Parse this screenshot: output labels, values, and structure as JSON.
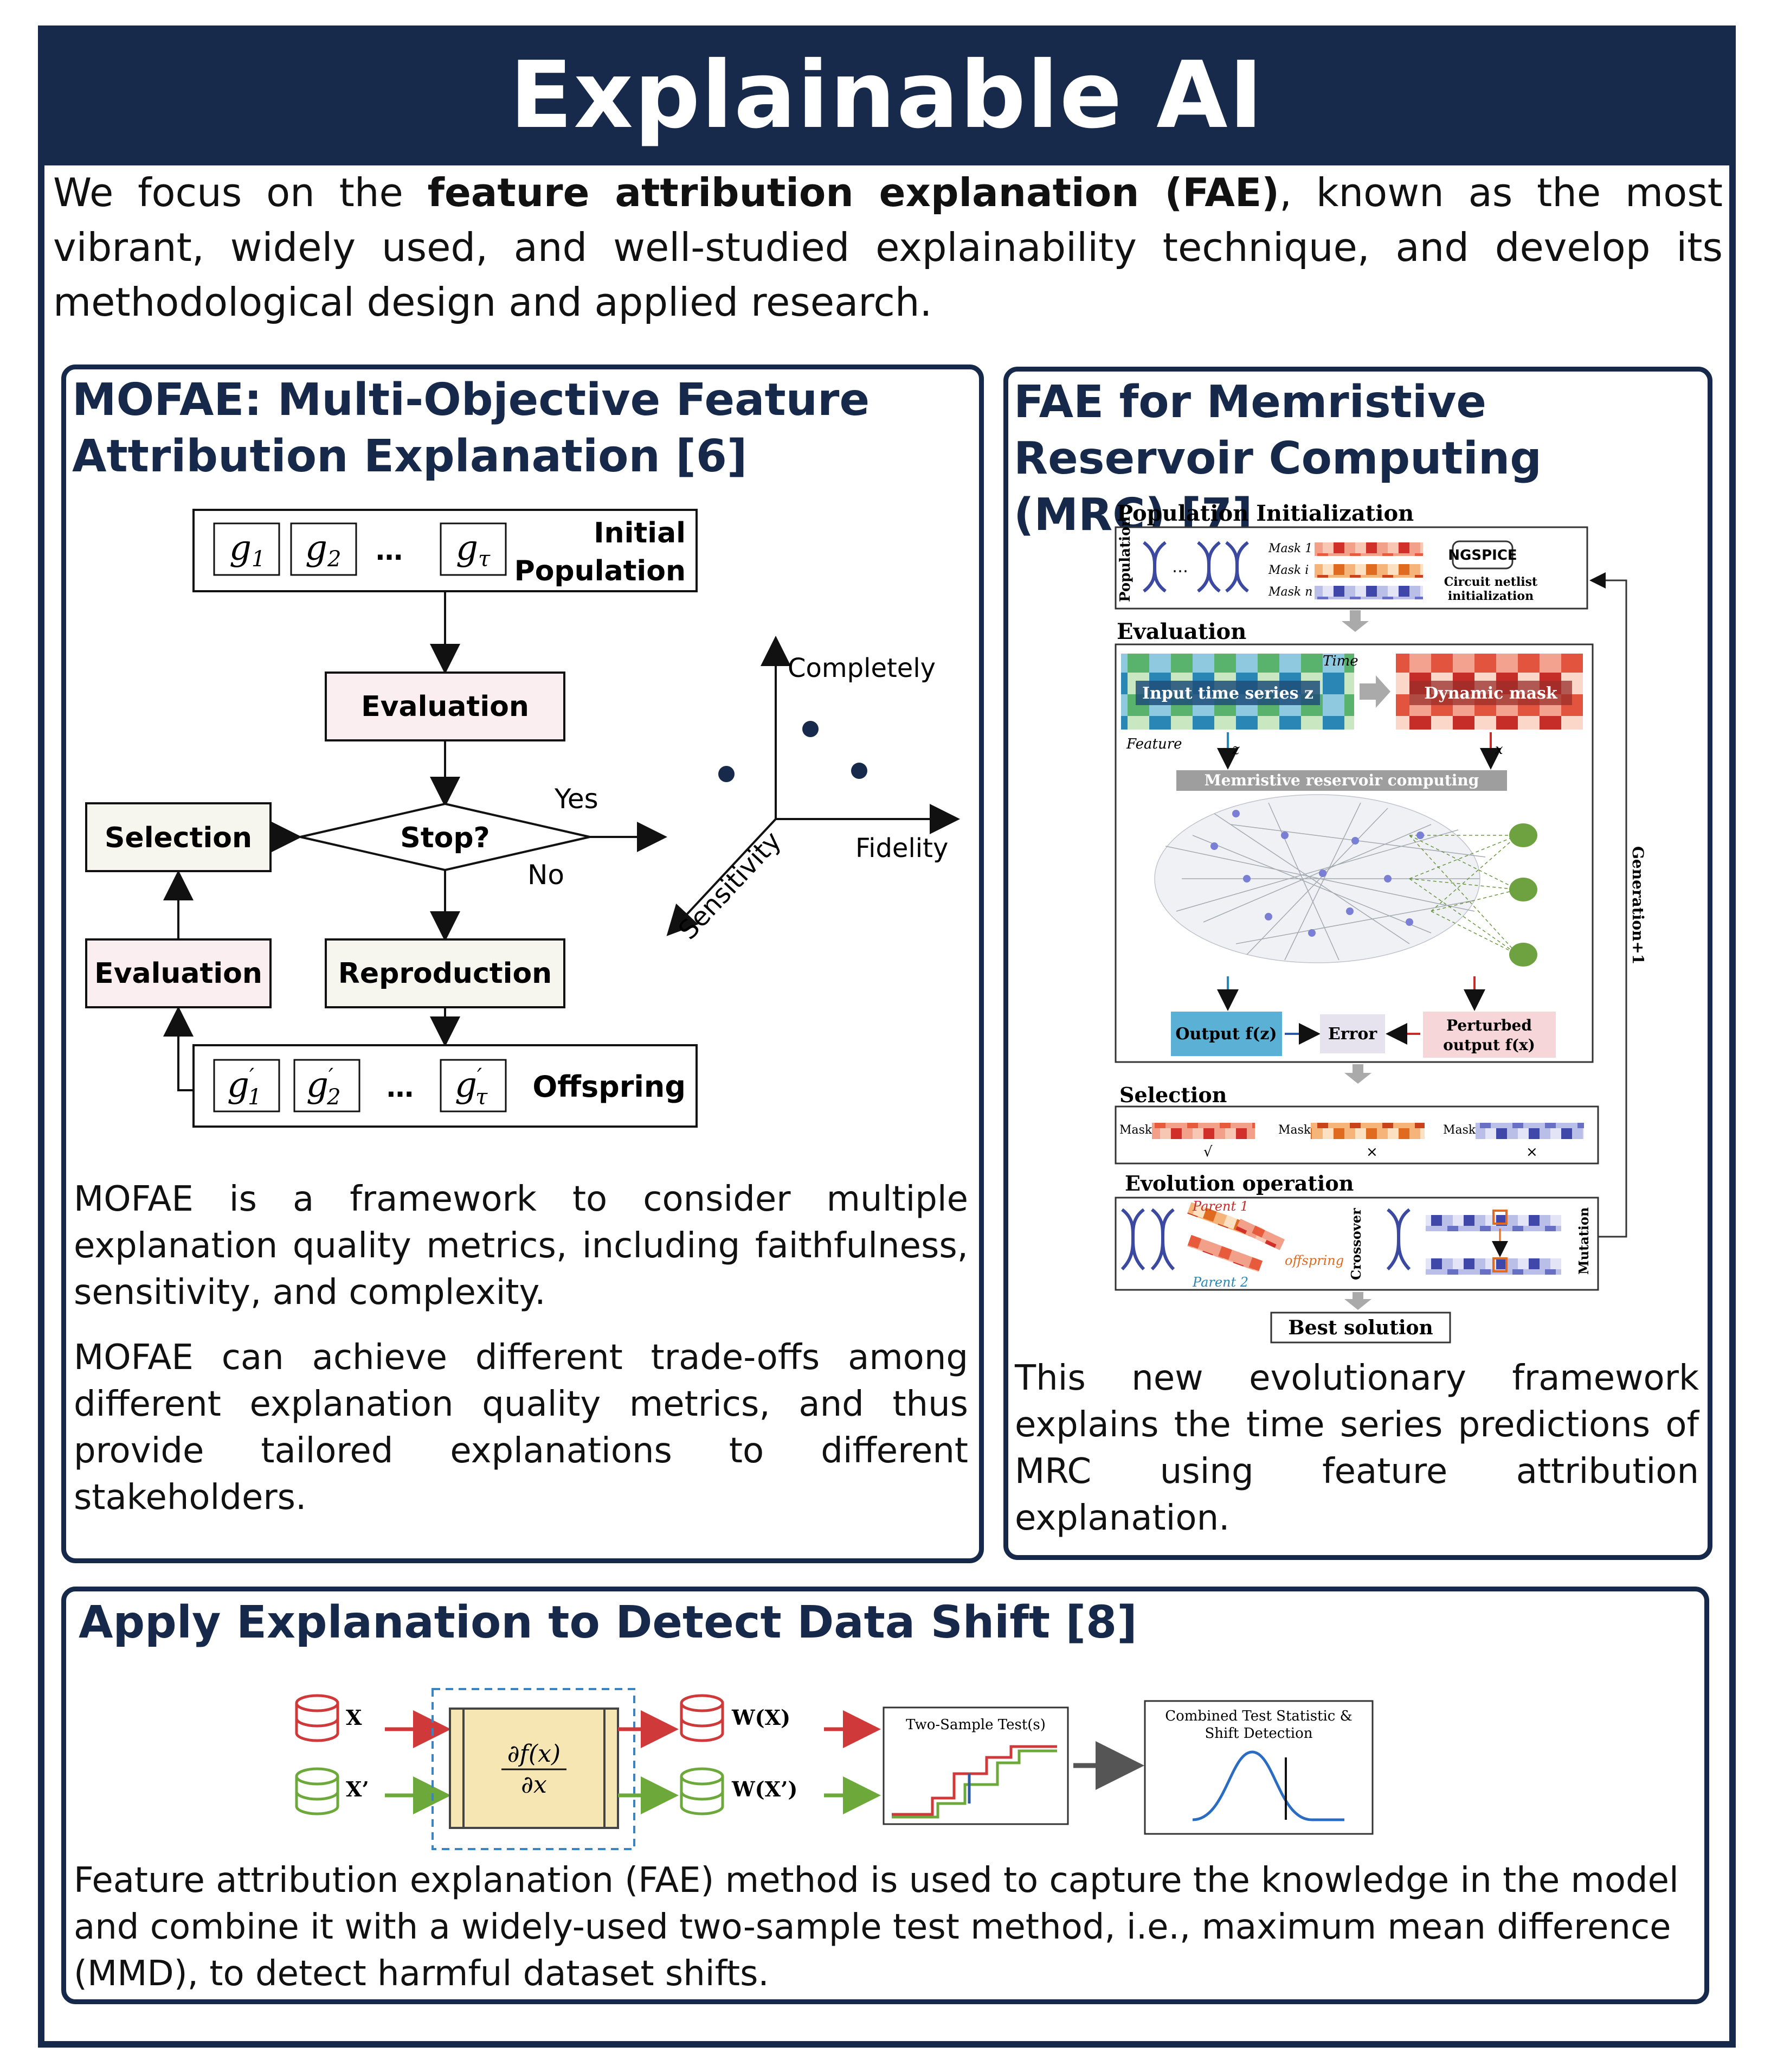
{
  "header": {
    "title": "Explainable AI"
  },
  "intro": {
    "pre": "We focus on the ",
    "bold": "feature attribution explanation (FAE)",
    "post": ", known as the most vibrant, widely used, and well-studied explainability technique, and develop its methodological design and applied research."
  },
  "mofae": {
    "title": "MOFAE: Multi-Objective Feature Attribution Explanation [6]",
    "flow": {
      "init_genes": [
        "g",
        "g",
        "…",
        "g"
      ],
      "init_subs": [
        "1",
        "2",
        "",
        "τ"
      ],
      "init_label_line1": "Initial",
      "init_label_line2": "Population",
      "evaluation_top": "Evaluation",
      "stop": "Stop?",
      "yes": "Yes",
      "no": "No",
      "selection": "Selection",
      "evaluation_left": "Evaluation",
      "reproduction": "Reproduction",
      "offspring_label": "Offspring",
      "offspring_subs": [
        "1",
        "2",
        "",
        "τ"
      ]
    },
    "axes": {
      "y": "Completely",
      "x": "Fidelity",
      "z": "Sensitivity"
    },
    "para1": "MOFAE is a framework to consider multiple explanation quality metrics, including faithfulness, sensitivity, and complexity.",
    "para2": "MOFAE can achieve different trade-offs among different explanation quality metrics, and thus provide tailored explanations to different stakeholders."
  },
  "mrc": {
    "title": "FAE for Memristive Reservoir Computing (MRC) [7]",
    "fig": {
      "pop_init": "Population Initialization",
      "population": "Population",
      "mask1": "Mask 1",
      "maski": "Mask i",
      "maskn": "Mask n",
      "ngspice": "NGSPICE",
      "circuit1": "Circuit netlist",
      "circuit2": "initialization",
      "evaluation": "Evaluation",
      "time": "Time",
      "input_ts": "Input time series z",
      "dynamic_mask": "Dynamic mask",
      "feature": "Feature",
      "z": "z",
      "x": "x",
      "mrc_label": "Memristive reservoir computing",
      "output": "Output f(z)",
      "error": "Error",
      "perturbed1": "Perturbed",
      "perturbed2": "output f(x)",
      "generation": "Generation+1",
      "selection": "Selection",
      "mask": "Mask",
      "check": "√",
      "cross": "×",
      "evolution": "Evolution operation",
      "parent1": "Parent 1",
      "parent2": "Parent 2",
      "offspring": "offspring",
      "crossover": "Crossover",
      "mutation": "Mutation",
      "best": "Best solution"
    },
    "para": "This new evolutionary framework explains the time series predictions of MRC using feature attribution explanation."
  },
  "shift": {
    "title": "Apply Explanation to Detect Data Shift [8]",
    "fig": {
      "x": "X",
      "xp": "X’",
      "fx_num": "∂f(x)",
      "fx_den": "∂x",
      "wx": "W(X)",
      "wxp": "W(X’)",
      "two_sample": "Two-Sample Test(s)",
      "combined1": "Combined Test Statistic &",
      "combined2": "Shift Detection"
    },
    "para": "Feature attribution explanation (FAE) method is used to capture the knowledge in the model and combine it with a widely-used two-sample test method, i.e., maximum mean difference (MMD), to detect harmful dataset shifts."
  },
  "colors": {
    "navy": "#172a4b",
    "box_pink": "#fbeef0",
    "box_cream": "#f7f6ee",
    "red": "#d0393a",
    "green": "#6da83b"
  }
}
